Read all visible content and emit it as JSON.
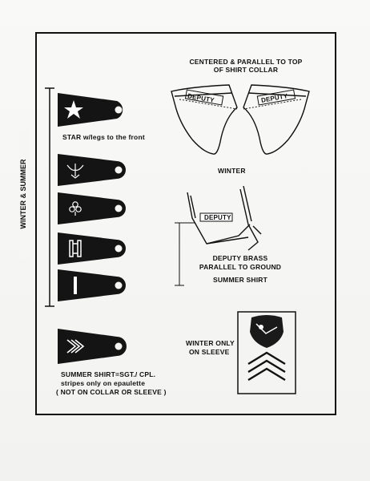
{
  "labels": {
    "collar_title_1": "CENTERED & PARALLEL TO TOP",
    "collar_title_2": "OF SHIRT COLLAR",
    "star_caption": "STAR  w/legs to the front",
    "winter": "WINTER",
    "deputy_word": "DEPUTY",
    "brass_1": "DEPUTY BRASS",
    "brass_2": "PARALLEL TO GROUND",
    "summer_shirt": "SUMMER SHIRT",
    "sleeve_1": "WINTER ONLY",
    "sleeve_2": "ON SLEEVE",
    "sgt_1": "SUMMER SHIRT=SGT./ CPL.",
    "sgt_2": "stripes only on epaulette",
    "sgt_3": "( NOT ON COLLAR OR SLEEVE )",
    "side": "WINTER & SUMMER"
  },
  "epaulettes": [
    {
      "insignia": "star-icon"
    },
    {
      "insignia": "eagle-icon"
    },
    {
      "insignia": "oak-leaf-icon"
    },
    {
      "insignia": "captain-bars-icon"
    },
    {
      "insignia": "lieutenant-bar-icon"
    },
    {
      "insignia": "chevron-stripes-icon"
    }
  ],
  "colors": {
    "ink": "#111111",
    "paper": "#f6f6f4"
  }
}
